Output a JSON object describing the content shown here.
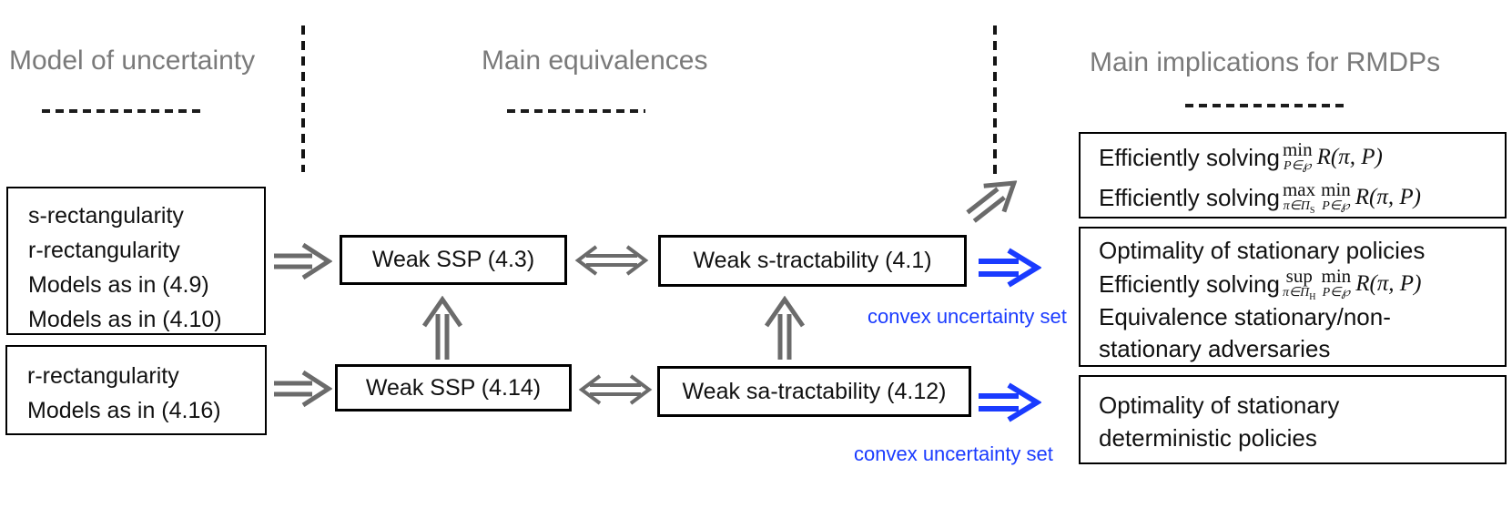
{
  "sections": {
    "left": {
      "title": "Model of uncertainty"
    },
    "middle": {
      "title": "Main equivalences"
    },
    "right": {
      "title": "Main implications for RMDPs"
    }
  },
  "uncertainty_models": {
    "box_top": {
      "lines": [
        "s-rectangularity",
        "r-rectangularity",
        "Models as in (4.9)",
        "Models as in (4.10)"
      ]
    },
    "box_bottom": {
      "lines": [
        "r-rectangularity",
        "Models as in (4.16)"
      ]
    }
  },
  "equivalences": {
    "weak_ssp_top": "Weak SSP (4.3)",
    "weak_s_tractability": "Weak s-tractability (4.1)",
    "weak_ssp_bottom": "Weak SSP (4.14)",
    "weak_sa_tractability": "Weak sa-tractability (4.12)"
  },
  "implications": {
    "box1": {
      "line1": {
        "prefix": "Efficiently solving",
        "ops": [
          {
            "name": "min",
            "cond": "P∈℘",
            "cond_sub": ""
          }
        ],
        "body": "R(π, P)"
      },
      "line2": {
        "prefix": "Efficiently solving",
        "ops": [
          {
            "name": "max",
            "cond": "π∈Π",
            "cond_sub": "S"
          },
          {
            "name": "min",
            "cond": "P∈℘",
            "cond_sub": ""
          }
        ],
        "body": "R(π, P)"
      }
    },
    "box2": {
      "line1": "Optimality of stationary policies",
      "line2": {
        "prefix": "Efficiently solving",
        "ops": [
          {
            "name": "sup",
            "cond": "π∈Π",
            "cond_sub": "H"
          },
          {
            "name": "min",
            "cond": "P∈℘",
            "cond_sub": ""
          }
        ],
        "body": "R(π, P)"
      },
      "line3": "Equivalence stationary/non-",
      "line4": "stationary adversaries"
    },
    "box3": {
      "line1": "Optimality of stationary",
      "line2": "deterministic policies"
    }
  },
  "annotations": {
    "convex_top": "convex uncertainty set",
    "convex_bottom": "convex uncertainty set"
  },
  "colors": {
    "title_gray": "#7a7a7a",
    "arrow_gray": "#6b6b6b",
    "accent_blue": "#1a3bff",
    "border_black": "#000000"
  }
}
